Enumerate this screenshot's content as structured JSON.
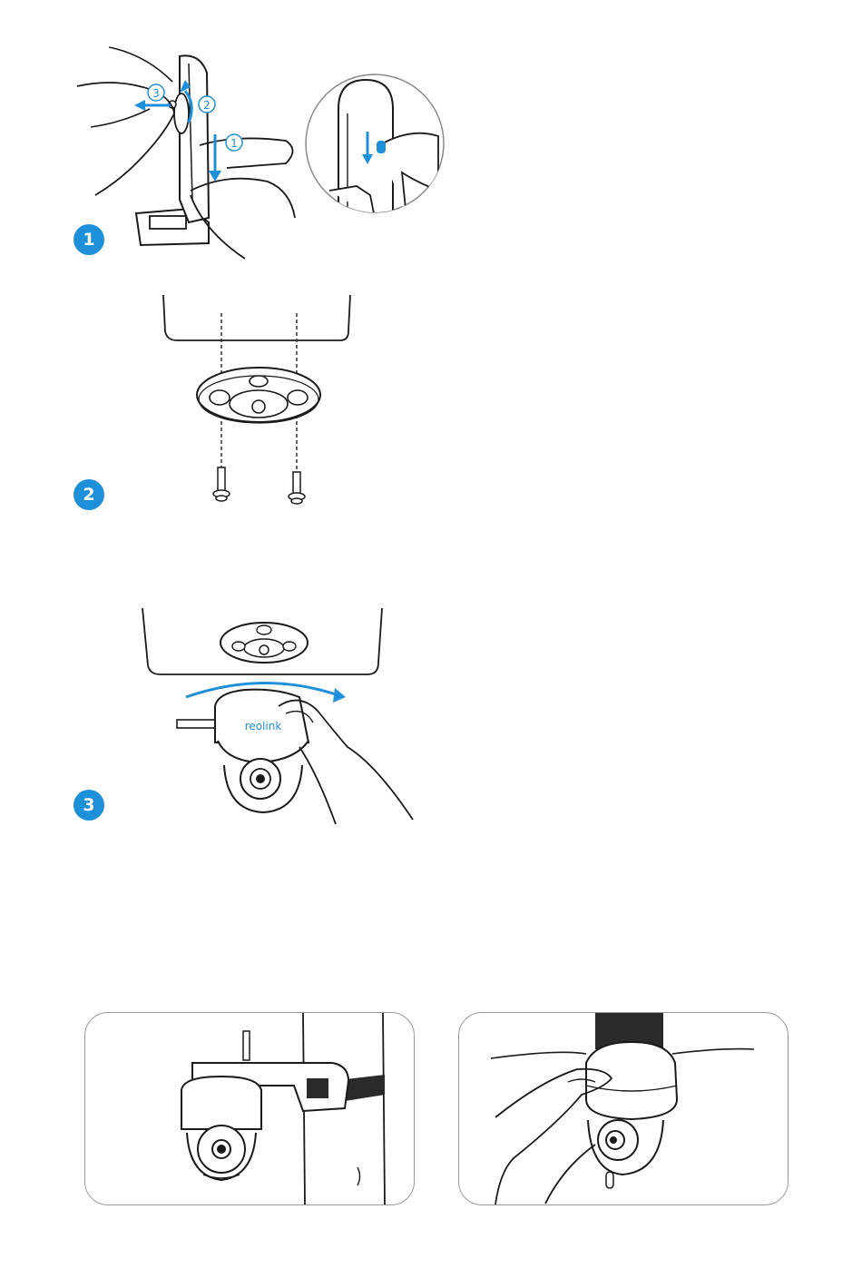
{
  "steps": [
    {
      "number": "1",
      "sub_steps": [
        "1",
        "2",
        "3"
      ]
    },
    {
      "number": "2"
    },
    {
      "number": "3",
      "camera_brand": "reolink"
    }
  ],
  "colors": {
    "accent": "#1e90d9",
    "line": "#1a1a1a",
    "panel_border": "#9a9a9a"
  },
  "icons": [
    "arrow-down-icon",
    "arrow-up-icon",
    "arrow-left-icon",
    "rotate-arrow-icon"
  ]
}
